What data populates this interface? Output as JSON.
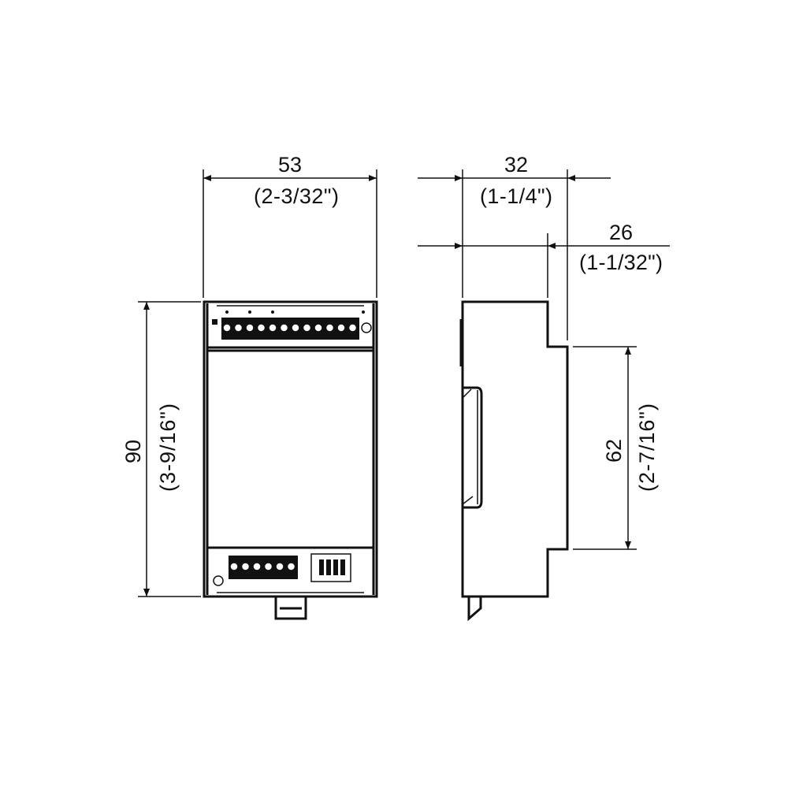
{
  "drawing": {
    "width_dim": {
      "value": "53",
      "imperial": "(2-3/32\")"
    },
    "depth_dim": {
      "value": "32",
      "imperial": "(1-1/4\")"
    },
    "depth_body_dim": {
      "value": "26",
      "imperial": "(1-1/32\")"
    },
    "height_dim": {
      "value": "90",
      "imperial": "(3-9/16\")"
    },
    "front_height_dim": {
      "value": "62",
      "imperial": "(2-7/16\")"
    }
  }
}
